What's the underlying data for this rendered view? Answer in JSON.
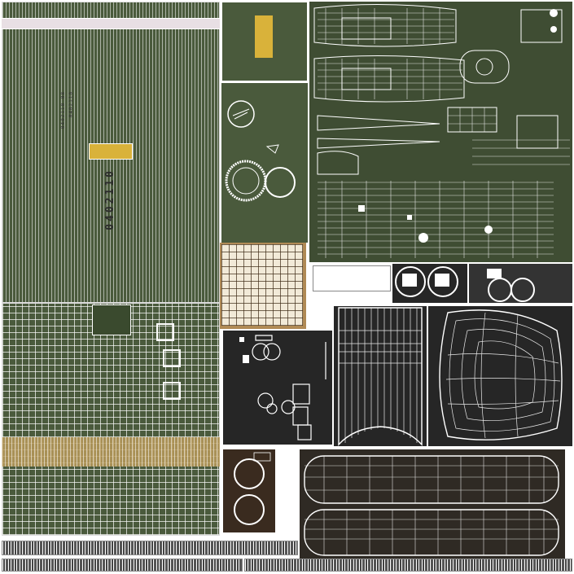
{
  "atlas": {
    "code_large": "0402110",
    "code_small_1": "0402110 08",
    "code_small_2": "0402110"
  },
  "colors": {
    "army_green": "#4a5a3c",
    "olive_panel": "#3f4d33",
    "dark_panel": "#262626",
    "brown_panel": "#3a2b1f",
    "wood_panel": "#b08a55",
    "accent_yellow": "#d9b23a",
    "accent_tan": "#b89a5a",
    "wire_white": "#ffffff"
  }
}
